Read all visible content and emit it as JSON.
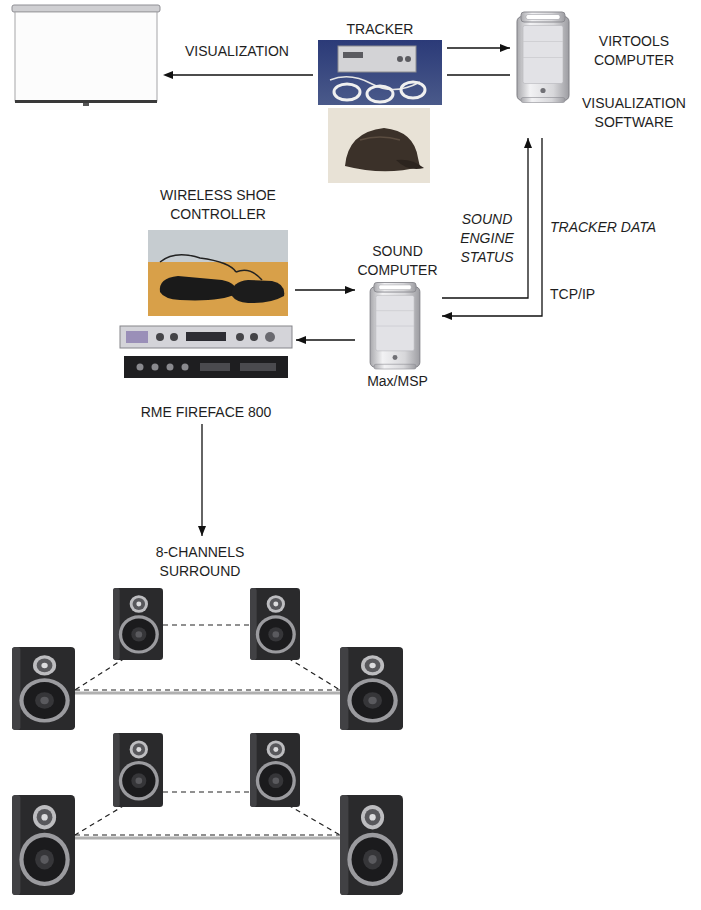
{
  "diagram": {
    "nodes": [
      {
        "text": [
          "TRACKER"
        ]
      },
      {
        "text": [
          "VIRTOOLS COMPUTER",
          "VISUALIZATION SOFTWARE"
        ]
      },
      {
        "text": [
          "WIRELESS SHOE CONTROLLER"
        ]
      },
      {
        "text": [
          "SOUND COMPUTER",
          "Max/MSP"
        ]
      },
      {
        "text": [
          "RME FIREFACE 800"
        ]
      },
      {
        "text": [
          "8-CHANNELS SURROUND"
        ]
      }
    ],
    "edges": [
      {
        "from": 0,
        "to": 1,
        "arrow": "to"
      },
      {
        "from": 1,
        "to": 0,
        "arrow": "none"
      },
      {
        "from": 3,
        "to": 1,
        "arrow": "to",
        "label": "SOUND ENGINE STATUS"
      },
      {
        "from": 1,
        "to": 3,
        "arrow": "to",
        "label": "TRACKER DATA"
      },
      {
        "from": 2,
        "to": 3,
        "arrow": "to"
      },
      {
        "from": 3,
        "to": 4,
        "arrow": "to"
      },
      {
        "from": 4,
        "to": 5,
        "arrow": "to"
      }
    ],
    "labels": [
      "VISUALIZATION",
      "TCP/IP"
    ]
  }
}
